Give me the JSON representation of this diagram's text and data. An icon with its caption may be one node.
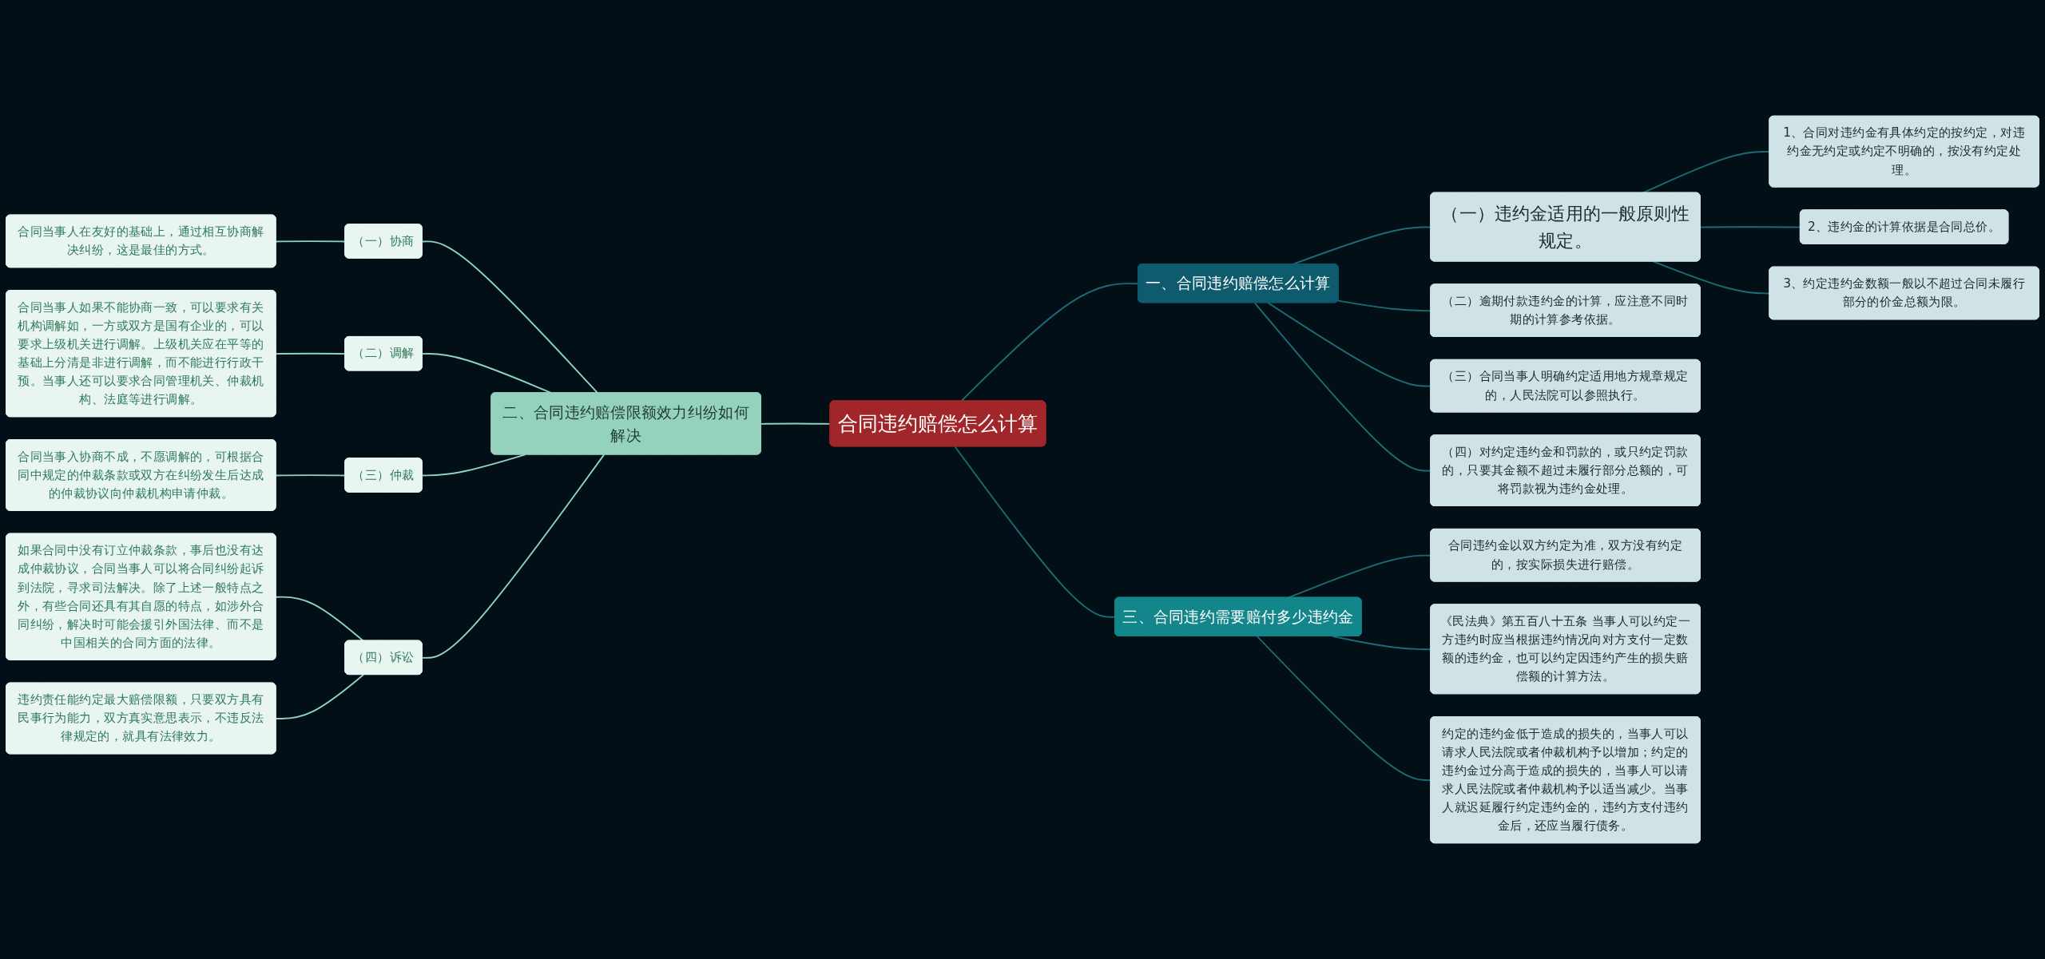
{
  "diagram": {
    "nodes": [
      {
        "text": [
          "合同违约赔偿怎么计算"
        ]
      },
      {
        "text": [
          "一、合同违约赔偿怎么计算"
        ]
      },
      {
        "text": [
          "（一）违约金适用的一般原则性规定。"
        ]
      },
      {
        "text": [
          "1、合同对违约金有具体约定的按约定，对违约金无约定或约定不明确的，按没有约定处理。"
        ]
      },
      {
        "text": [
          "2、违约金的计算依据是合同总价。"
        ]
      },
      {
        "text": [
          "3、约定违约金数额一般以不超过合同未履行部分的价金总额为限。"
        ]
      },
      {
        "text": [
          "（二）逾期付款违约金的计算，应注意不同时期的计算参考依据。"
        ]
      },
      {
        "text": [
          "（三）合同当事人明确约定适用地方规章规定的，人民法院可以参照执行。"
        ]
      },
      {
        "text": [
          "（四）对约定违约金和罚款的，或只约定罚款的，只要其金额不超过未履行部分总额的，可将罚款视为违约金处理。"
        ]
      },
      {
        "text": [
          "三、合同违约需要赔付多少违约金"
        ]
      },
      {
        "text": [
          "合同违约金以双方约定为准，双方没有约定的，按实际损失进行赔偿。"
        ]
      },
      {
        "text": [
          "《民法典》第五百八十五条 当事人可以约定一方违约时应当根据违约情况向对方支付一定数额的违约金，也可以约定因违约产生的损失赔偿额的计算方法。"
        ]
      },
      {
        "text": [
          "约定的违约金低于造成的损失的，当事人可以请求人民法院或者仲裁机构予以增加；约定的违约金过分高于造成的损失的，当事人可以请求人民法院或者仲裁机构予以适当减少。当事人就迟延履行约定违约金的，违约方支付违约金后，还应当履行债务。"
        ]
      },
      {
        "text": [
          "二、合同违约赔偿限额效力纠纷如何解决"
        ]
      },
      {
        "text": [
          "（一）协商"
        ]
      },
      {
        "text": [
          "合同当事人在友好的基础上，通过相互协商解决纠纷，这是最佳的方式。"
        ]
      },
      {
        "text": [
          "（二）调解"
        ]
      },
      {
        "text": [
          "合同当事人如果不能协商一致，可以要求有关机构调解如，一方或双方是国有企业的，可以要求上级机关进行调解。上级机关应在平等的基础上分清是非进行调解，而不能进行行政干预。当事人还可以要求合同管理机关、仲裁机构、法庭等进行调解。"
        ]
      },
      {
        "text": [
          "（三）仲裁"
        ]
      },
      {
        "text": [
          "合同当事入协商不成，不愿调解的，可根据合同中规定的仲裁条款或双方在纠纷发生后达成的仲裁协议向仲裁机构申请仲裁。"
        ]
      },
      {
        "text": [
          "（四）诉讼"
        ]
      },
      {
        "text": [
          "如果合同中没有订立仲裁条款，事后也没有达成仲裁协议，合同当事人可以将合同纠纷起诉到法院，寻求司法解决。除了上述一般特点之外，有些合同还具有其自愿的特点，如涉外合同纠纷，解决时可能会援引外国法律、而不是中国相关的合同方面的法律。"
        ]
      },
      {
        "text": [
          "违约责任能约定最大赔偿限额，只要双方具有民事行为能力，双方真实意思表示，不违反法律规定的，就具有法律效力。"
        ]
      }
    ],
    "edges": [
      {
        "from": 0,
        "to": 1,
        "arrow": "none"
      },
      {
        "from": 1,
        "to": 2,
        "arrow": "none"
      },
      {
        "from": 2,
        "to": 3,
        "arrow": "none"
      },
      {
        "from": 2,
        "to": 4,
        "arrow": "none"
      },
      {
        "from": 2,
        "to": 5,
        "arrow": "none"
      },
      {
        "from": 1,
        "to": 6,
        "arrow": "none"
      },
      {
        "from": 1,
        "to": 7,
        "arrow": "none"
      },
      {
        "from": 1,
        "to": 8,
        "arrow": "none"
      },
      {
        "from": 0,
        "to": 9,
        "arrow": "none"
      },
      {
        "from": 9,
        "to": 10,
        "arrow": "none"
      },
      {
        "from": 9,
        "to": 11,
        "arrow": "none"
      },
      {
        "from": 9,
        "to": 12,
        "arrow": "none"
      },
      {
        "from": 0,
        "to": 13,
        "arrow": "none",
        "color": "#8fd3bf"
      },
      {
        "from": 13,
        "to": 14,
        "arrow": "none",
        "color": "#8fd3bf"
      },
      {
        "from": 14,
        "to": 15,
        "arrow": "none",
        "color": "#8fd3bf"
      },
      {
        "from": 13,
        "to": 16,
        "arrow": "none",
        "color": "#8fd3bf"
      },
      {
        "from": 16,
        "to": 17,
        "arrow": "none",
        "color": "#8fd3bf"
      },
      {
        "from": 13,
        "to": 18,
        "arrow": "none",
        "color": "#8fd3bf"
      },
      {
        "from": 18,
        "to": 19,
        "arrow": "none",
        "color": "#8fd3bf"
      },
      {
        "from": 13,
        "to": 20,
        "arrow": "none",
        "color": "#8fd3bf"
      },
      {
        "from": 20,
        "to": 21,
        "arrow": "none",
        "color": "#8fd3bf"
      },
      {
        "from": 20,
        "to": 22,
        "arrow": "none",
        "color": "#8fd3bf"
      }
    ]
  }
}
